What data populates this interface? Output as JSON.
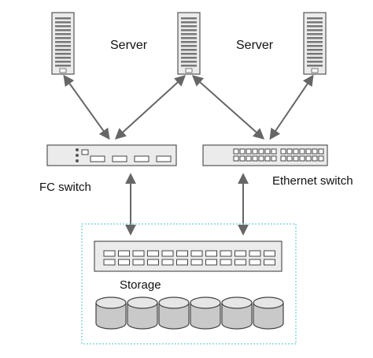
{
  "labels": {
    "server_left": "Server",
    "server_right": "Server",
    "fc_switch": "FC switch",
    "ethernet_switch": "Ethernet switch",
    "storage": "Storage"
  },
  "colors": {
    "device_fill": "#ebebeb",
    "device_stroke": "#555555",
    "arrow": "#666666",
    "storage_border": "#6fcfcf",
    "disk_fill": "#c9c9c9",
    "disk_top": "#e6e6e6"
  }
}
